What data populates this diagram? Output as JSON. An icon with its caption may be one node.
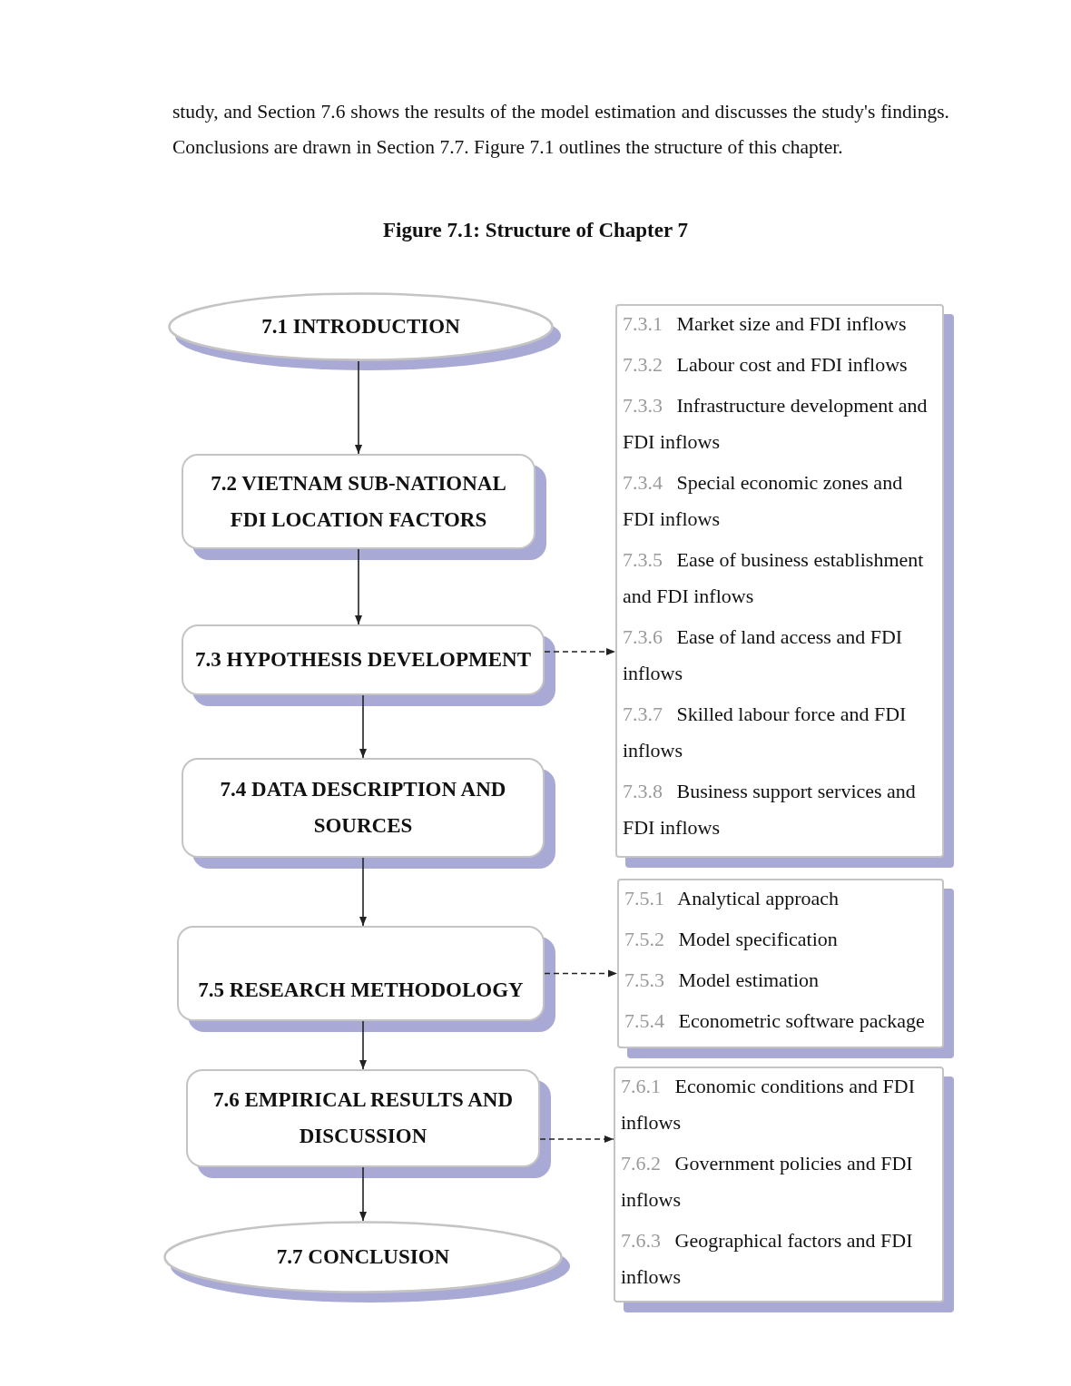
{
  "diagram": {
    "title": "Figure 7.1: Structure of Chapter 7",
    "nodes": [
      {
        "text": [
          "7.1 INTRODUCTION"
        ]
      },
      {
        "text": [
          "7.2 VIETNAM SUB-NATIONAL FDI LOCATION FACTORS"
        ]
      },
      {
        "text": [
          "7.3 HYPOTHESIS DEVELOPMENT"
        ]
      },
      {
        "text": [
          "7.4 DATA DESCRIPTION AND SOURCES"
        ]
      },
      {
        "text": [
          "7.5 RESEARCH METHODOLOGY"
        ]
      },
      {
        "text": [
          "7.6 EMPIRICAL RESULTS AND DISCUSSION"
        ]
      },
      {
        "text": [
          "7.7 CONCLUSION"
        ]
      },
      {
        "text": [
          "7.3.1 Market size and FDI inflows",
          "7.3.2 Labour cost and FDI inflows",
          "7.3.3 Infrastructure development and FDI inflows",
          "7.3.4 Special economic zones and FDI inflows",
          "7.3.5 Ease of business establishment and FDI inflows",
          "7.3.6 Ease of land access and FDI inflows",
          "7.3.7 Skilled labour force and FDI inflows",
          "7.3.8 Business support services and FDI inflows"
        ]
      },
      {
        "text": [
          "7.5.1 Analytical approach",
          "7.5.2 Model specification",
          "7.5.3 Model estimation",
          "7.5.4 Econometric software package"
        ]
      },
      {
        "text": [
          "7.6.1 Economic conditions and FDI inflows",
          "7.6.2 Government policies and FDI inflows",
          "7.6.3 Geographical factors and FDI inflows"
        ]
      }
    ],
    "edges": [
      {
        "from": 0,
        "to": 1,
        "arrow": "to"
      },
      {
        "from": 1,
        "to": 2,
        "arrow": "to"
      },
      {
        "from": 2,
        "to": 3,
        "arrow": "to"
      },
      {
        "from": 3,
        "to": 4,
        "arrow": "to"
      },
      {
        "from": 4,
        "to": 5,
        "arrow": "to"
      },
      {
        "from": 5,
        "to": 6,
        "arrow": "to"
      },
      {
        "from": 2,
        "to": 7,
        "arrow": "to",
        "style": "dashed"
      },
      {
        "from": 4,
        "to": 8,
        "arrow": "to",
        "style": "dashed"
      },
      {
        "from": 5,
        "to": 9,
        "arrow": "to",
        "style": "dashed"
      }
    ],
    "labels": [
      "study, and Section 7.6 shows the results of the model estimation and discusses the study's findings. Conclusions are drawn in Section 7.7. Figure 7.1 outlines the structure of this chapter."
    ]
  }
}
